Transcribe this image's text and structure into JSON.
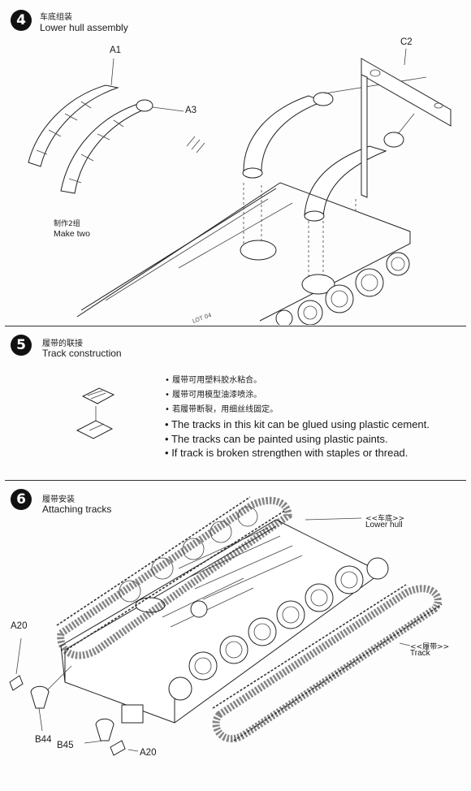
{
  "steps": [
    {
      "number": "4",
      "title_zh": "车底组装",
      "title_en": "Lower hull assembly",
      "parts": {
        "a1": "A1",
        "a3": "A3",
        "c2": "C2"
      },
      "note_zh": "制作2组",
      "note_en": "Make two"
    },
    {
      "number": "5",
      "title_zh": "履带的联接",
      "title_en": "Track construction",
      "notes_zh": [
        "履带可用塑料胶水粘合。",
        "履带可用模型油漆喷涂。",
        "若履带断裂，用细丝线固定。"
      ],
      "notes_en": [
        "The tracks in this kit can be glued using plastic cement.",
        "The tracks can be painted using plastic paints.",
        "If track is broken strengthen with staples or thread."
      ],
      "bullet": "•"
    },
    {
      "number": "6",
      "title_zh": "履带安装",
      "title_en": "Attaching tracks",
      "callouts": {
        "lower_hull_zh": "<<车底>>",
        "lower_hull_en": "Lower hull",
        "track_zh": "<<履带>>",
        "track_en": "Track"
      },
      "parts": {
        "a20_left": "A20",
        "b44": "B44",
        "b45": "B45",
        "a20_bottom": "A20"
      }
    }
  ]
}
